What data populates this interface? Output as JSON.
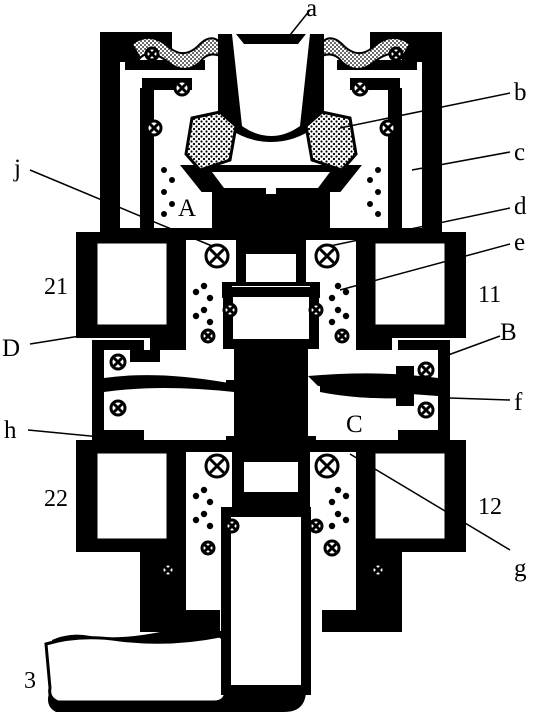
{
  "figure": {
    "labels": {
      "a": "a",
      "b": "b",
      "c": "c",
      "d": "d",
      "e": "e",
      "f": "f",
      "g": "g",
      "h": "h",
      "j": "j",
      "A": "A",
      "B": "B",
      "C": "C",
      "D": "D",
      "p21": "21",
      "p22": "22",
      "p11": "11",
      "p12": "12",
      "p3": "3"
    }
  }
}
